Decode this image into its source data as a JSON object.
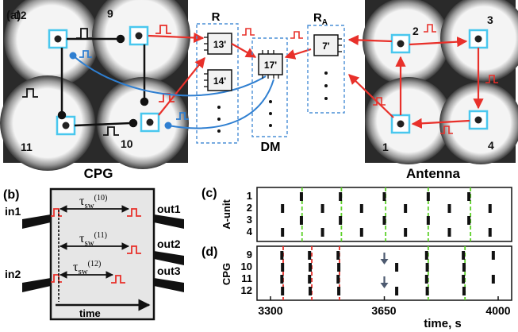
{
  "panel_a": {
    "label": "(a)",
    "cpg": {
      "title": "CPG",
      "cells": [
        {
          "id": "12",
          "label": "12"
        },
        {
          "id": "9",
          "label": "9"
        },
        {
          "id": "11",
          "label": "11"
        },
        {
          "id": "10",
          "label": "10"
        }
      ]
    },
    "r_block": {
      "title": "R",
      "units": [
        "13'",
        "14'"
      ]
    },
    "dm_block": {
      "title": "DM",
      "unit": "17'"
    },
    "ra_block": {
      "title": "R",
      "subscript": "A",
      "unit": "7'"
    },
    "antenna": {
      "title": "Antenna",
      "cells": [
        {
          "id": "2",
          "label": "2"
        },
        {
          "id": "3",
          "label": "3"
        },
        {
          "id": "1",
          "label": "1"
        },
        {
          "id": "4",
          "label": "4"
        }
      ]
    }
  },
  "panel_b": {
    "label": "(b)",
    "inputs": [
      "in1",
      "in2"
    ],
    "outputs": [
      "out1",
      "out2",
      "out3"
    ],
    "tau": [
      {
        "symbol": "τ",
        "sub": "sw",
        "sup": "(10)"
      },
      {
        "symbol": "τ",
        "sub": "sw",
        "sup": "(11)"
      },
      {
        "symbol": "τ",
        "sub": "sw",
        "sup": "(12)"
      }
    ],
    "time_label": "time"
  },
  "panel_c": {
    "label": "(c)",
    "ylabel": "A-unit",
    "rows": [
      "1",
      "2",
      "3",
      "4"
    ]
  },
  "panel_d": {
    "label": "(d)",
    "ylabel": "CPG",
    "rows": [
      "9",
      "10",
      "11",
      "12"
    ],
    "xlabel": "time, s",
    "x_ticks": [
      "3300",
      "3650",
      "4000"
    ]
  },
  "colors": {
    "red": "#e8302a",
    "blue": "#2f7fd1",
    "cyan": "#49c7ee",
    "dash_blue": "#4a8fd6",
    "green": "#5ed12a",
    "arrow_gray": "#4d5a70"
  },
  "chart_data": {
    "type": "raster",
    "x_range": [
      3300,
      4000
    ],
    "panels": [
      {
        "name": "A-unit",
        "rows": [
          {
            "row": "1",
            "spikes": [
              3395,
              3515,
              3650,
              3785,
              3910
            ]
          },
          {
            "row": "2",
            "spikes": [
              3337,
              3460,
              3580,
              3715,
              3850,
              3975
            ]
          },
          {
            "row": "3",
            "spikes": [
              3395,
              3515,
              3650,
              3785,
              3910
            ]
          },
          {
            "row": "4",
            "spikes": [
              3337,
              3460,
              3580,
              3715,
              3850,
              3975
            ]
          }
        ],
        "green_markers": [
          3397,
          3518,
          3654,
          3785,
          3915
        ]
      },
      {
        "name": "CPG",
        "rows": [
          {
            "row": "9",
            "spikes": [
              3335,
              3420,
              3508,
              3780,
              3893,
              3985
            ]
          },
          {
            "row": "10",
            "spikes": [
              3337,
              3422,
              3510,
              3688,
              3782,
              3895
            ]
          },
          {
            "row": "11",
            "spikes": [
              3335,
              3420,
              3508,
              3780,
              3893,
              3985
            ]
          },
          {
            "row": "12",
            "spikes": [
              3337,
              3422,
              3510,
              3688,
              3782,
              3895
            ]
          }
        ],
        "red_markers": [
          3339,
          3427,
          3512
        ],
        "green_markers": [
          3785,
          3898
        ],
        "down_arrows": [
          3650,
          3650
        ]
      }
    ]
  }
}
